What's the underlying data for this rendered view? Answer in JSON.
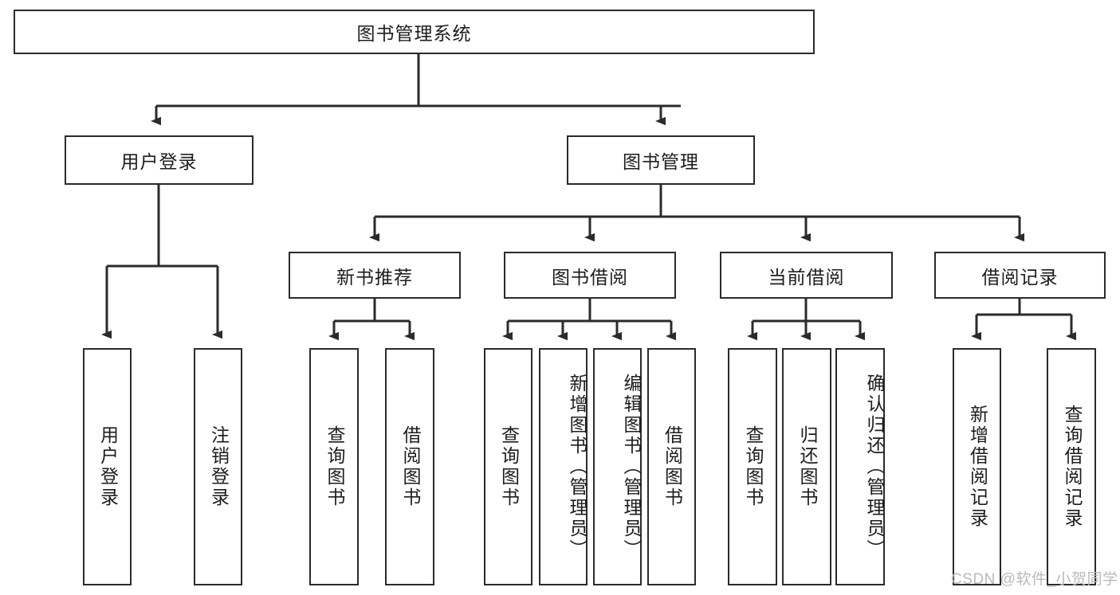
{
  "diagram": {
    "type": "tree-hierarchy-chart",
    "title": "图书管理系统",
    "colors": {
      "box_border": "#2b2b2b",
      "box_fill": "#ffffff",
      "link": "#2b2b2b",
      "text": "#1d1d1d",
      "watermark": "#b9b9b9",
      "background": "#ffffff"
    },
    "root": {
      "label": "图书管理系统"
    },
    "level2": [
      {
        "label": "用户登录"
      },
      {
        "label": "图书管理"
      }
    ],
    "level3": [
      {
        "label": "新书推荐"
      },
      {
        "label": "图书借阅"
      },
      {
        "label": "当前借阅"
      },
      {
        "label": "借阅记录"
      }
    ],
    "leaves": {
      "user_login": [
        {
          "label": "用户登录"
        },
        {
          "label": "注销登录"
        }
      ],
      "new_book_recommend": [
        {
          "label": "查询图书"
        },
        {
          "label": "借阅图书"
        }
      ],
      "book_borrow": [
        {
          "label": "查询图书"
        },
        {
          "label": "新增图书（管理员）"
        },
        {
          "label": "编辑图书（管理员）"
        },
        {
          "label": "借阅图书"
        }
      ],
      "current_borrow": [
        {
          "label": "查询图书"
        },
        {
          "label": "归还图书"
        },
        {
          "label": "确认归还（管理员）"
        }
      ],
      "borrow_record": [
        {
          "label": "新增借阅记录"
        },
        {
          "label": "查询借阅记录"
        }
      ]
    }
  },
  "watermark": {
    "text": "CSDN @软件_小贺同学"
  }
}
